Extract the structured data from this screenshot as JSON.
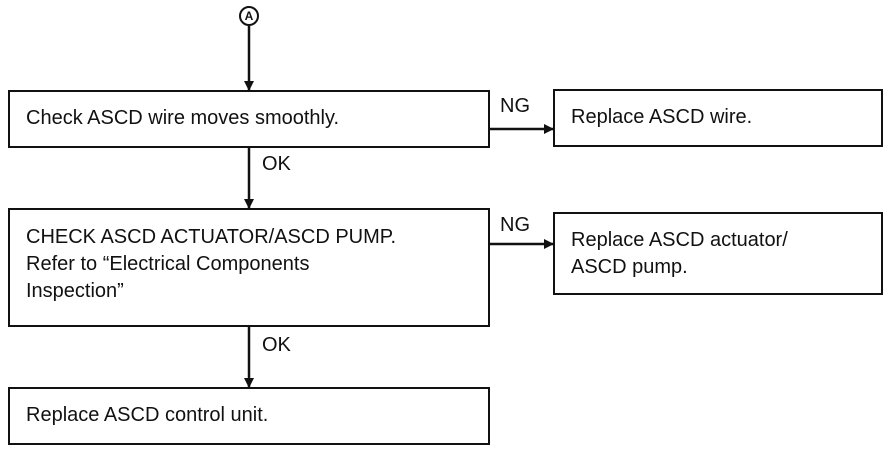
{
  "connector": {
    "label": "A"
  },
  "steps": {
    "check_wire": "Check ASCD wire moves smoothly.",
    "replace_wire": "Replace ASCD wire.",
    "check_actuator": "CHECK ASCD ACTUATOR/ASCD PUMP.\nRefer to “Electrical Components\nInspection”",
    "replace_actuator": "Replace ASCD actuator/\nASCD pump.",
    "replace_control_unit": "Replace ASCD control unit."
  },
  "branches": {
    "ng_1": "NG",
    "ok_1": "OK",
    "ng_2": "NG",
    "ok_2": "OK"
  }
}
